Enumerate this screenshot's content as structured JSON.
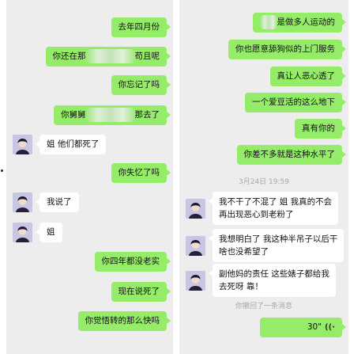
{
  "left_chat": {
    "messages": [
      {
        "side": "sent",
        "text": "去年四月份"
      },
      {
        "side": "sent",
        "prefix": "你还在那",
        "suffix": "苟且呢",
        "redacted": true
      },
      {
        "side": "sent",
        "text": "你忘记了吗"
      },
      {
        "side": "sent",
        "prefix": "你舅舅",
        "suffix": "那去了",
        "redacted": true
      },
      {
        "side": "recv",
        "text": "姐 他们都死了"
      },
      {
        "side": "sent",
        "text": "你失忆了吗"
      },
      {
        "side": "recv",
        "text": "我说了"
      },
      {
        "side": "recv",
        "text": "姐"
      },
      {
        "side": "sent",
        "text": "你四年都没老实"
      },
      {
        "side": "sent",
        "text": "现在说死了"
      },
      {
        "side": "sent",
        "text": "你觉悟转的那么快吗"
      }
    ]
  },
  "right_chat": {
    "messages": [
      {
        "side": "sent",
        "suffix": "是做多人运动的",
        "redacted": true
      },
      {
        "side": "sent",
        "text": "你也愿意舔狗似的上门服务"
      },
      {
        "side": "sent",
        "text": "真让人恶心透了"
      },
      {
        "side": "sent",
        "text": "一个爱豆活的这么地下"
      },
      {
        "side": "sent",
        "text": "真有你的"
      },
      {
        "side": "sent",
        "text": "你差不多就是这种水平了"
      },
      {
        "side": "recv",
        "lines": [
          "我不干了不混了 姐 我真的不会",
          "再出现恶心到老粉了"
        ]
      },
      {
        "side": "recv",
        "lines": [
          "我想明白了 我这种半吊子以后干",
          "啥也没希望了"
        ]
      },
      {
        "side": "recv",
        "lines": [
          "副他妈的责任 这些婊子都给我",
          "去死呀 靠！"
        ]
      }
    ],
    "timestamp": "3月24日 19:59",
    "recall_notice": "你撤回了一条消息",
    "voice": {
      "duration": "30\"",
      "icon": "voice-wave-icon"
    }
  },
  "colors": {
    "panel_bg": "#ededed",
    "sent_bubble": "#95ec69",
    "recv_bubble": "#ffffff",
    "meta_text": "#a8a8a8"
  },
  "avatar_icon": "anime-portrait-avatar-icon"
}
